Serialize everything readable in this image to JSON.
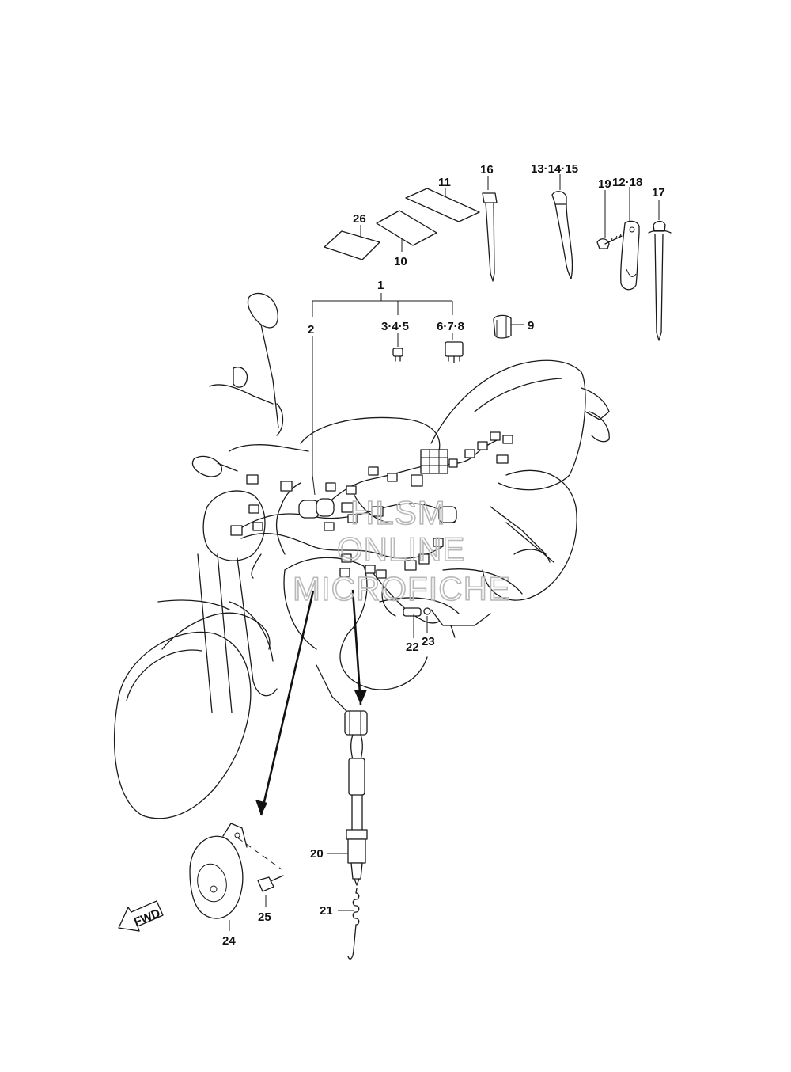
{
  "callouts": [
    {
      "id": "1",
      "text": "1"
    },
    {
      "id": "2",
      "text": "2"
    },
    {
      "id": "3-4-5",
      "text": "3·4·5"
    },
    {
      "id": "6-7-8",
      "text": "6·7·8"
    },
    {
      "id": "9",
      "text": "9"
    },
    {
      "id": "10",
      "text": "10"
    },
    {
      "id": "11",
      "text": "11"
    },
    {
      "id": "12-18",
      "text": "12·18"
    },
    {
      "id": "13-14-15",
      "text": "13·14·15"
    },
    {
      "id": "16",
      "text": "16"
    },
    {
      "id": "17",
      "text": "17"
    },
    {
      "id": "19",
      "text": "19"
    },
    {
      "id": "20",
      "text": "20"
    },
    {
      "id": "21",
      "text": "21"
    },
    {
      "id": "22",
      "text": "22"
    },
    {
      "id": "23",
      "text": "23"
    },
    {
      "id": "24",
      "text": "24"
    },
    {
      "id": "25",
      "text": "25"
    },
    {
      "id": "26",
      "text": "26"
    }
  ],
  "watermark": {
    "line1": "HLSM",
    "line2": "ONLINE",
    "line3": "MICROFICHE"
  },
  "direction_arrow": {
    "text": "FWD"
  }
}
